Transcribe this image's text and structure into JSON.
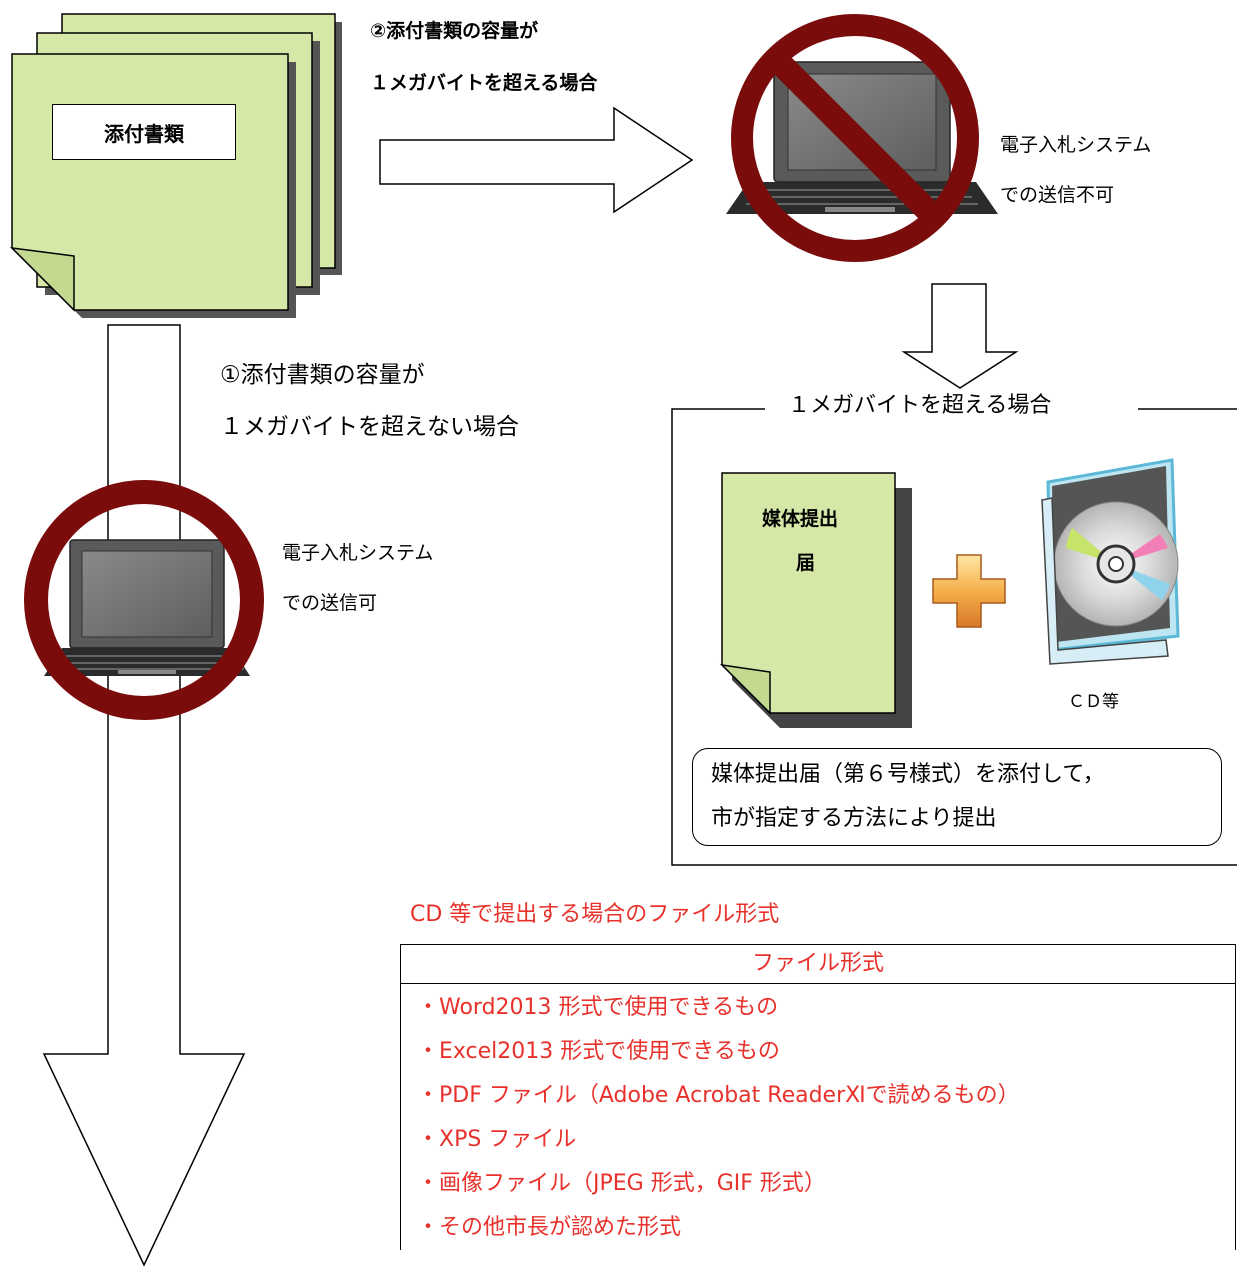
{
  "documents": {
    "label": "添付書類"
  },
  "case2": {
    "line1": "②添付書類の容量が",
    "line2": "１メガバイトを超える場合"
  },
  "no_send": {
    "line1": "電子入札システム",
    "line2": "での送信不可"
  },
  "case1": {
    "line1": "①添付書類の容量が",
    "line2": "１メガバイトを超えない場合"
  },
  "can_send": {
    "line1": "電子入札システム",
    "line2": "での送信可"
  },
  "over_box": {
    "title": "１メガバイトを超える場合",
    "form_label_line1": "媒体提出",
    "form_label_line2": "届",
    "cd_label": "ＣＤ等",
    "note_line1": "媒体提出届（第６号様式）を添付して，",
    "note_line2": "市が指定する方法により提出"
  },
  "formats": {
    "caption": "CD 等で提出する場合のファイル形式",
    "header": "ファイル形式",
    "items": [
      "・Word2013 形式で使用できるもの",
      "・Excel2013 形式で使用できるもの",
      "・PDF ファイル（Adobe Acrobat ReaderⅪで読めるもの）",
      "・XPS ファイル",
      "・画像ファイル（JPEG 形式，GIF 形式）",
      "・その他市長が認めた形式"
    ]
  },
  "colors": {
    "doc_fill": "#d6e8a8",
    "prohibit_red": "#7a0c0c",
    "accent_red": "#e8312b",
    "plus_orange": "#f0a640"
  }
}
